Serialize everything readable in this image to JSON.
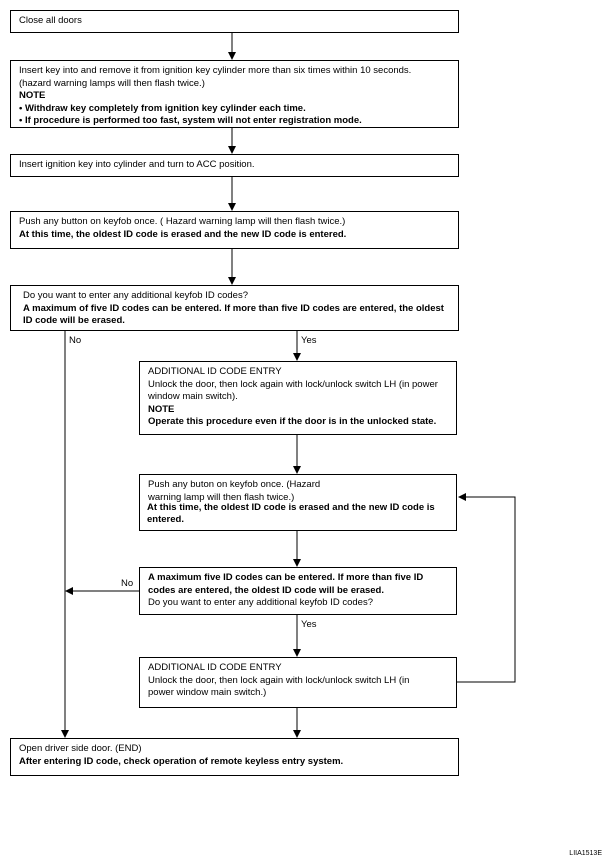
{
  "steps": {
    "s1": {
      "l1": "Close all doors"
    },
    "s2": {
      "l1": "Insert key into and remove it from ignition key cylinder more than six times within 10 seconds.",
      "l2": "(hazard warning lamps will then flash twice.)",
      "note": "NOTE",
      "b1": "• Withdraw key completely from ignition key cylinder each time.",
      "b2": "• If procedure is performed too fast, system will not enter registration mode."
    },
    "s3": {
      "l1": "Insert ignition key into cylinder and turn to ACC position."
    },
    "s4": {
      "l1": "Push any button on keyfob once. ( Hazard warning lamp will then flash twice.)",
      "l2": "At this time, the oldest ID code is erased and the new ID code is entered."
    },
    "s5": {
      "l1": "Do you want to enter any additional keyfob ID codes?",
      "l2": "A maximum of five ID codes can be entered. If more than five ID codes are entered, the oldest ID code will be erased."
    },
    "s6": {
      "l1": "ADDITIONAL ID CODE ENTRY",
      "l2": "Unlock the door, then lock again with lock/unlock switch LH (in power window main switch).",
      "note": "NOTE",
      "l3": "Operate this procedure even if the door is in the unlocked state."
    },
    "s7": {
      "l1": "Push any buton on keyfob once. (Hazard warning lamp will then flash twice.)",
      "l2": "At this time, the oldest ID code is erased and the new ID code is entered."
    },
    "s8": {
      "l1": "A maximum five ID codes can be entered. If more than five ID codes are entered, the oldest ID code will be erased.",
      "l2": "Do you want to enter any additional keyfob ID codes?"
    },
    "s9": {
      "l1": "ADDITIONAL ID CODE ENTRY",
      "l2": "Unlock the door, then lock again with lock/unlock switch LH (in power window main switch.)"
    },
    "s10": {
      "l1": "Open driver side door. (END)",
      "l2": "After entering ID code, check operation of remote keyless entry system."
    }
  },
  "labels": {
    "no": "No",
    "yes": "Yes",
    "no2": "No",
    "yes2": "Yes"
  },
  "figure_id": "LIIA1513E"
}
